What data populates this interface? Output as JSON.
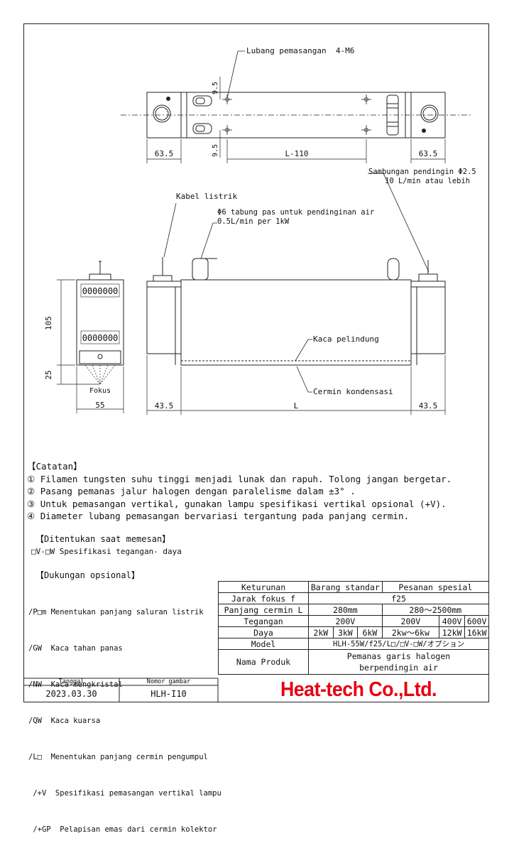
{
  "drawing": {
    "mount_hole_label": "Lubang pemasangan  4-M6",
    "dim_9_5_top": "9.5",
    "dim_9_5_bottom": "9.5",
    "dim_63_5_left": "63.5",
    "dim_l_110": "L-110",
    "dim_63_5_right": "63.5",
    "cooling_joint_line1": "Sambungan pendingin Φ2.5",
    "cooling_joint_line2": "10 L/min atau lebih",
    "cable_label": "Kabel listrik",
    "tube_line1": "Φ6 tabung pas untuk pendinginan air",
    "tube_line2": "0.5L/min per 1kW",
    "dim_105": "105",
    "dim_25": "25",
    "focus_label": "Fokus",
    "dim_55": "55",
    "dim_43_5_left": "43.5",
    "dim_l": "L",
    "dim_43_5_right": "43.5",
    "glass_label": "Kaca pelindung",
    "mirror_label": "Cermin kondensasi",
    "filament_text": "0000000"
  },
  "notes": {
    "title": "【Catatan】",
    "items": [
      "① Filamen tungsten suhu tinggi menjadi lunak dan rapuh. Tolong jangan bergetar.",
      "② Pasang pemanas jalur halogen dengan paralelisme dalam ±3° .",
      "③ Untuk pemasangan vertikal, gunakan lampu spesifikasi vertikal opsional (+V).",
      "④ Diameter lubang pemasangan bervariasi tergantung pada panjang cermin."
    ]
  },
  "order": {
    "title": "【Ditentukan saat memesan】",
    "line": "□V-□W Spesifikasi tegangan- daya"
  },
  "options": {
    "title": "【Dukungan opsional】",
    "items": [
      "/P□m Menentukan panjang saluran listrik",
      "/GW  Kaca tahan panas",
      "/NW  Kaca mengkristal",
      "/QW  Kaca kuarsa",
      "/L□  Menentukan panjang cermin pengumpul",
      " /+V  Spesifikasi pemasangan vertikal lampu",
      " /+GP  Pelapisan emas dari cermin kolektor"
    ]
  },
  "spec": {
    "keturunan": "Keturunan",
    "barang_standar": "Barang standar",
    "pesanan_spesial": "Pesanan spesial",
    "jarak_fokus": "Jarak fokus f",
    "f25": "f25",
    "panjang_cermin": "Panjang cermin L",
    "len_std": "280mm",
    "len_sp": "280～2500mm",
    "tegangan": "Tegangan",
    "v200a": "200V",
    "v200b": "200V",
    "v400": "400V",
    "v600": "600V",
    "daya": "Daya",
    "p2": "2kW",
    "p3": "3kW",
    "p6": "6kW",
    "p2_6": "2kw～6kw",
    "p12": "12kW",
    "p16": "16kW",
    "model": "Model",
    "model_val": "HLH-55W/f25/L□/□V-□W/オプション",
    "nama_produk": "Nama Produk",
    "produk_line1": "Pemanas garis halogen",
    "produk_line2": "berpendingin air"
  },
  "footer": {
    "tanggal_label": "Tanggal",
    "nomor_label": "Nomor gambar",
    "tanggal": "2023.03.30",
    "nomor": "HLH-I10",
    "brand": "Heat-tech Co.,Ltd."
  },
  "colors": {
    "brand": "#e60012",
    "line": "#222222"
  }
}
